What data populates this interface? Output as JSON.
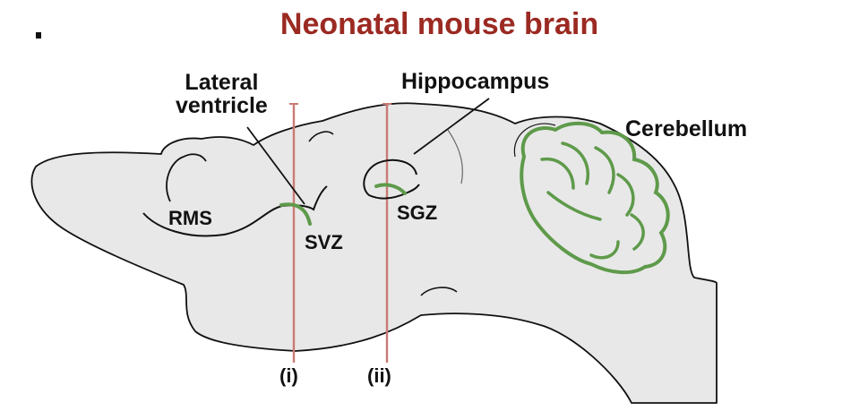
{
  "title": "Neonatal mouse brain",
  "colors": {
    "title": "#9b2a22",
    "brain_fill": "#e8e8e8",
    "outline": "#111111",
    "neurogenic": "#5e9a4a",
    "section_line": "#c97a74"
  },
  "labels": {
    "lateral_ventricle_line1": "Lateral",
    "lateral_ventricle_line2": "ventricle",
    "hippocampus": "Hippocampus",
    "cerebellum": "Cerebellum",
    "rms": "RMS",
    "svz": "SVZ",
    "sgz": "SGZ"
  },
  "sections": {
    "section_1": "(i)",
    "section_2": "(ii)"
  }
}
